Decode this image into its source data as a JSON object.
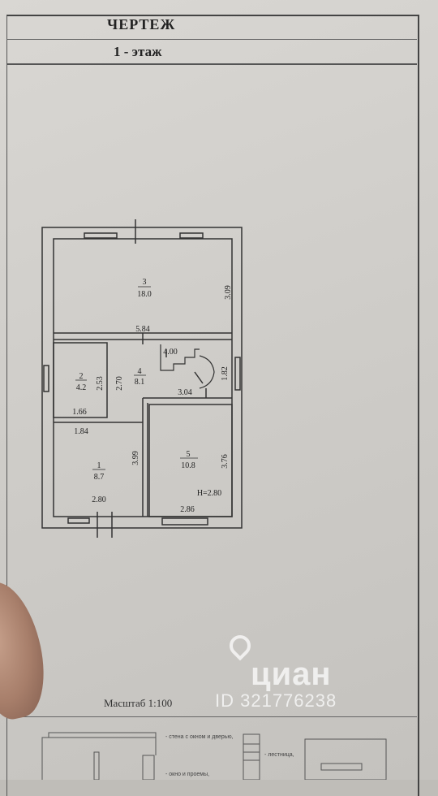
{
  "document": {
    "title": "ЧЕРТЕЖ",
    "floor": "1 - этаж",
    "scale": "Масштаб 1:100",
    "ceiling_height": "H=2.80"
  },
  "rooms": [
    {
      "number": "3",
      "area": "18.0"
    },
    {
      "number": "2",
      "area": "4.2"
    },
    {
      "number": "4",
      "area": "8.1"
    },
    {
      "number": "1",
      "area": "8.7"
    },
    {
      "number": "5",
      "area": "10.8"
    }
  ],
  "dimensions": {
    "d_309": "3.09",
    "d_584": "5.84",
    "d_400": "4.00",
    "d_182": "1.82",
    "d_253": "2.53",
    "d_270": "2.70",
    "d_304": "3.04",
    "d_166": "1.66",
    "d_184": "1.84",
    "d_399": "3.99",
    "d_376": "3.76",
    "d_280": "2.80",
    "d_286": "2.86"
  },
  "legend": {
    "item1": "- стена с окном и дверью,",
    "item2": "- лестница,",
    "item3": "- окно и проемы,"
  },
  "watermark": {
    "brand": "циан",
    "id": "ID 321776238"
  }
}
